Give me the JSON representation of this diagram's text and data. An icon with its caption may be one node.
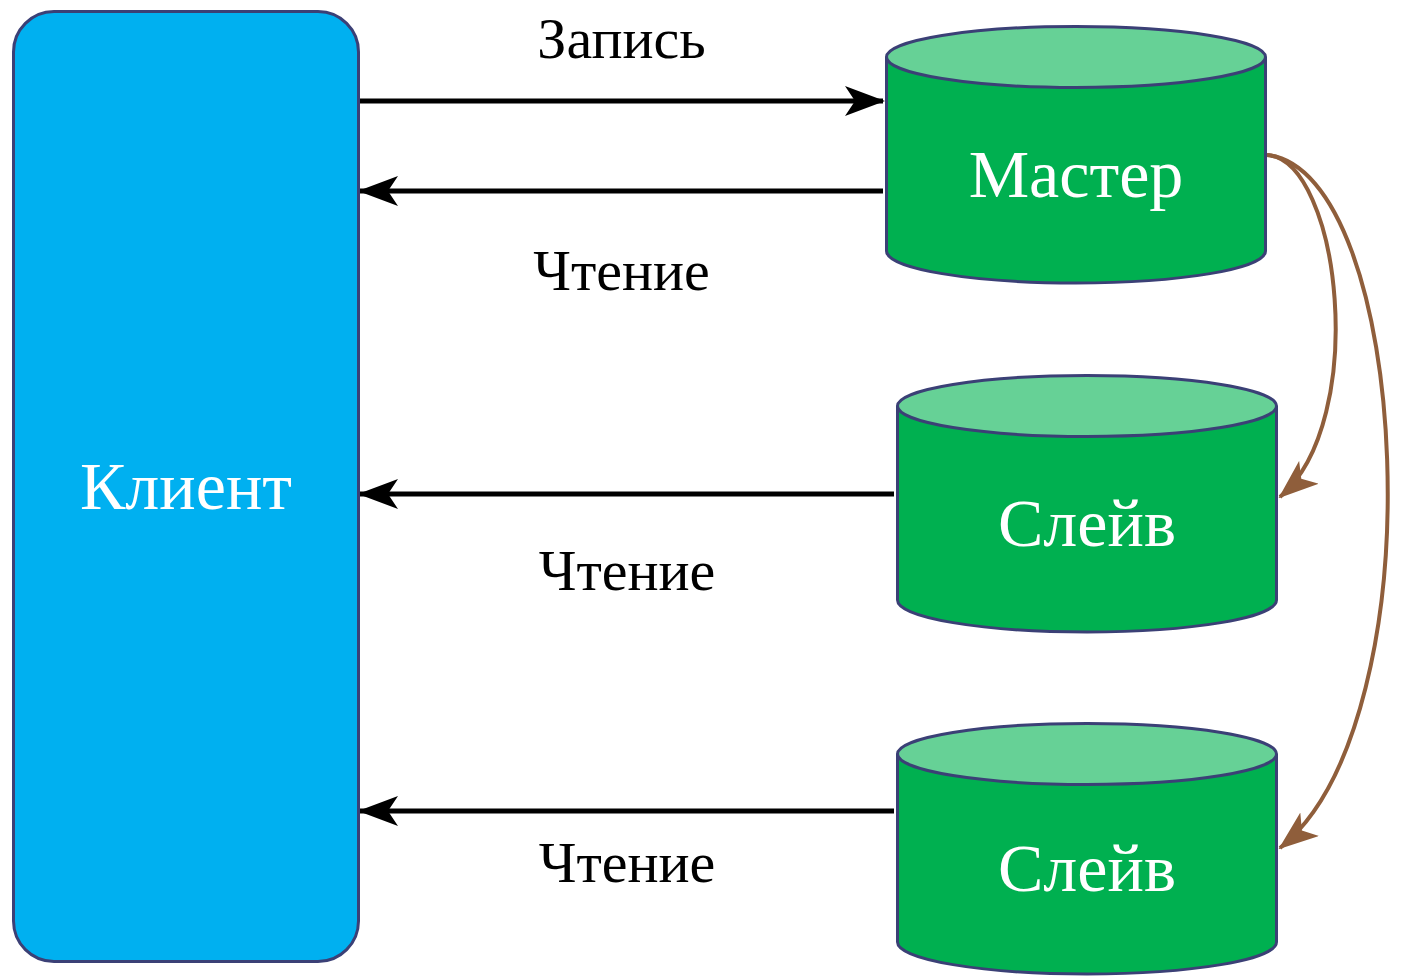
{
  "diagram": {
    "nodes": [
      {
        "text": [
          "Клиент"
        ]
      },
      {
        "text": [
          "Мастер"
        ]
      },
      {
        "text": [
          "Слейв"
        ]
      },
      {
        "text": [
          "Слейв"
        ]
      }
    ],
    "edges": [
      {
        "from": 0,
        "to": 1,
        "arrow": "to",
        "label": "Запись"
      },
      {
        "from": 1,
        "to": 0,
        "arrow": "to",
        "label": "Чтение"
      },
      {
        "from": 2,
        "to": 0,
        "arrow": "to",
        "label": "Чтение"
      },
      {
        "from": 3,
        "to": 0,
        "arrow": "to",
        "label": "Чтение"
      },
      {
        "from": 1,
        "to": 2,
        "arrow": "to",
        "color": "#8f5e3b"
      },
      {
        "from": 1,
        "to": 3,
        "arrow": "to",
        "color": "#8f5e3b"
      }
    ]
  }
}
